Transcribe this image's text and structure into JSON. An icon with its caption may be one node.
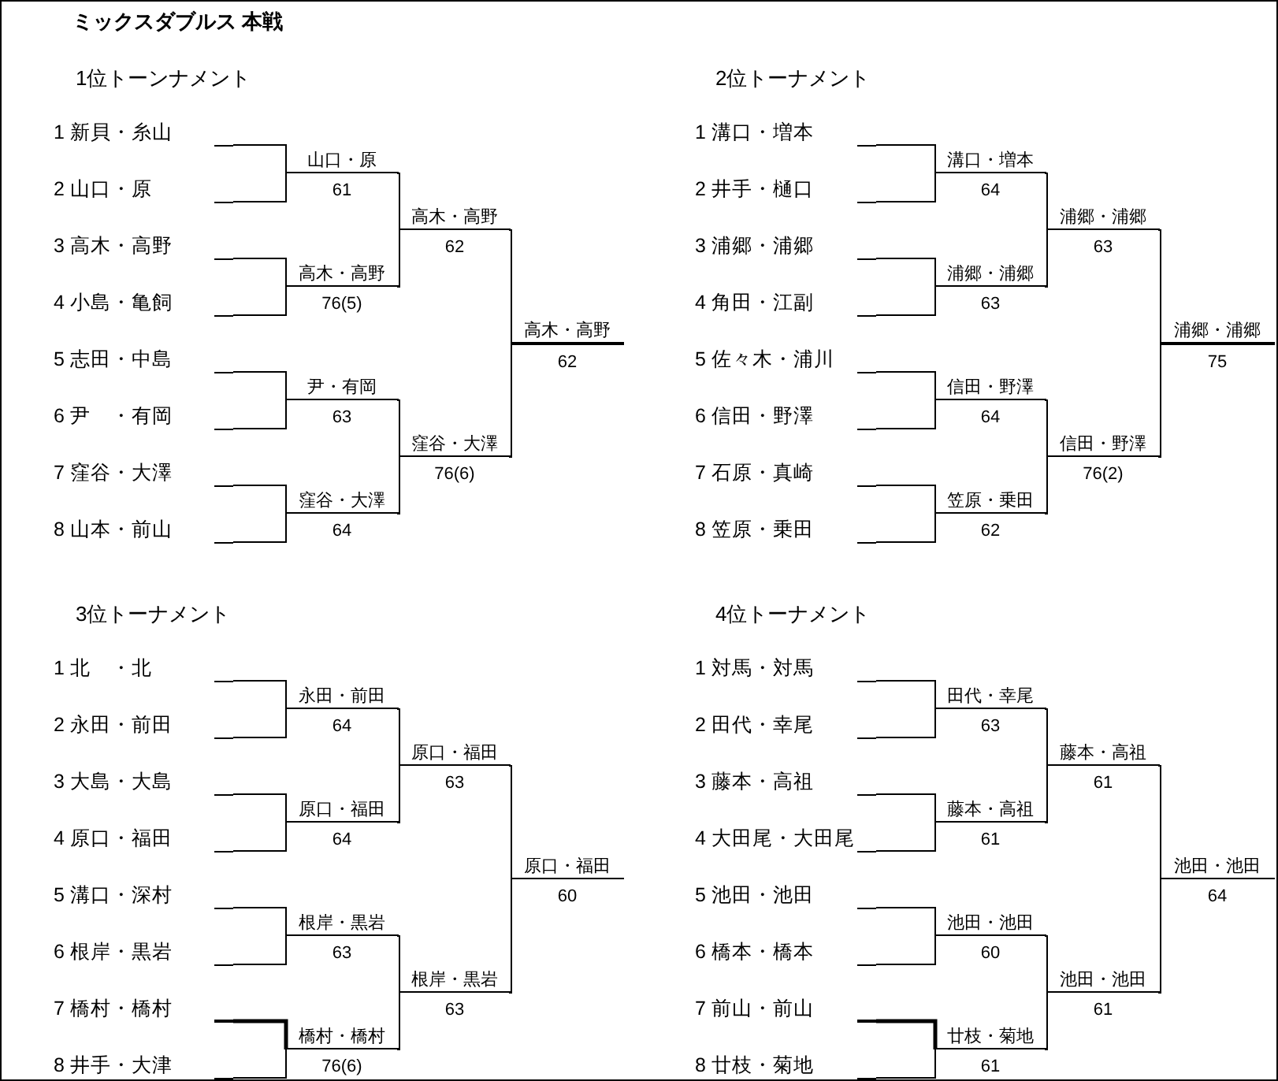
{
  "diagram": {
    "title": "ミックスダブルス 本戦",
    "nodes": [
      {
        "text": [
          "1 新貝・糸山"
        ]
      },
      {
        "text": [
          "2 山口・原"
        ]
      },
      {
        "text": [
          "3 高木・高野"
        ]
      },
      {
        "text": [
          "4 小島・亀飼"
        ]
      },
      {
        "text": [
          "5 志田・中島"
        ]
      },
      {
        "text": [
          "6 尹　・有岡"
        ]
      },
      {
        "text": [
          "7 窪谷・大澤"
        ]
      },
      {
        "text": [
          "8 山本・前山"
        ]
      },
      {
        "text": [
          "山口・原",
          "61"
        ]
      },
      {
        "text": [
          "高木・高野",
          "76(5)"
        ]
      },
      {
        "text": [
          "尹・有岡",
          "63"
        ]
      },
      {
        "text": [
          "窪谷・大澤",
          "64"
        ]
      },
      {
        "text": [
          "高木・高野",
          "62"
        ]
      },
      {
        "text": [
          "窪谷・大澤",
          "76(6)"
        ]
      },
      {
        "text": [
          "高木・高野",
          "62"
        ]
      },
      {
        "text": [
          "1 溝口・増本"
        ]
      },
      {
        "text": [
          "2 井手・樋口"
        ]
      },
      {
        "text": [
          "3 浦郷・浦郷"
        ]
      },
      {
        "text": [
          "4 角田・江副"
        ]
      },
      {
        "text": [
          "5 佐々木・浦川"
        ]
      },
      {
        "text": [
          "6 信田・野澤"
        ]
      },
      {
        "text": [
          "7 石原・真崎"
        ]
      },
      {
        "text": [
          "8 笠原・乗田"
        ]
      },
      {
        "text": [
          "溝口・増本",
          "64"
        ]
      },
      {
        "text": [
          "浦郷・浦郷",
          "63"
        ]
      },
      {
        "text": [
          "信田・野澤",
          "64"
        ]
      },
      {
        "text": [
          "笠原・乗田",
          "62"
        ]
      },
      {
        "text": [
          "浦郷・浦郷",
          "63"
        ]
      },
      {
        "text": [
          "信田・野澤",
          "76(2)"
        ]
      },
      {
        "text": [
          "浦郷・浦郷",
          "75"
        ]
      },
      {
        "text": [
          "1 北　・北"
        ]
      },
      {
        "text": [
          "2 永田・前田"
        ]
      },
      {
        "text": [
          "3 大島・大島"
        ]
      },
      {
        "text": [
          "4 原口・福田"
        ]
      },
      {
        "text": [
          "5 溝口・深村"
        ]
      },
      {
        "text": [
          "6 根岸・黒岩"
        ]
      },
      {
        "text": [
          "7 橋村・橋村"
        ]
      },
      {
        "text": [
          "8 井手・大津"
        ]
      },
      {
        "text": [
          "永田・前田",
          "64"
        ]
      },
      {
        "text": [
          "原口・福田",
          "64"
        ]
      },
      {
        "text": [
          "根岸・黒岩",
          "63"
        ]
      },
      {
        "text": [
          "橋村・橋村",
          "76(6)"
        ]
      },
      {
        "text": [
          "原口・福田",
          "63"
        ]
      },
      {
        "text": [
          "根岸・黒岩",
          "63"
        ]
      },
      {
        "text": [
          "原口・福田",
          "60"
        ]
      },
      {
        "text": [
          "1 対馬・対馬"
        ]
      },
      {
        "text": [
          "2 田代・幸尾"
        ]
      },
      {
        "text": [
          "3 藤本・高祖"
        ]
      },
      {
        "text": [
          "4 大田尾・大田尾"
        ]
      },
      {
        "text": [
          "5 池田・池田"
        ]
      },
      {
        "text": [
          "6 橋本・橋本"
        ]
      },
      {
        "text": [
          "7 前山・前山"
        ]
      },
      {
        "text": [
          "8 廿枝・菊地"
        ]
      },
      {
        "text": [
          "田代・幸尾",
          "63"
        ]
      },
      {
        "text": [
          "藤本・高祖",
          "61"
        ]
      },
      {
        "text": [
          "池田・池田",
          "60"
        ]
      },
      {
        "text": [
          "廿枝・菊地",
          "61"
        ]
      },
      {
        "text": [
          "藤本・高祖",
          "61"
        ]
      },
      {
        "text": [
          "池田・池田",
          "61"
        ]
      },
      {
        "text": [
          "池田・池田",
          "64"
        ]
      }
    ],
    "edges": [
      {
        "from": 0,
        "to": 8,
        "arrow": "none"
      },
      {
        "from": 1,
        "to": 8,
        "arrow": "none"
      },
      {
        "from": 2,
        "to": 9,
        "arrow": "none"
      },
      {
        "from": 3,
        "to": 9,
        "arrow": "none"
      },
      {
        "from": 4,
        "to": 10,
        "arrow": "none"
      },
      {
        "from": 5,
        "to": 10,
        "arrow": "none"
      },
      {
        "from": 6,
        "to": 11,
        "arrow": "none"
      },
      {
        "from": 7,
        "to": 11,
        "arrow": "none"
      },
      {
        "from": 8,
        "to": 12,
        "arrow": "none"
      },
      {
        "from": 9,
        "to": 12,
        "arrow": "none"
      },
      {
        "from": 10,
        "to": 13,
        "arrow": "none"
      },
      {
        "from": 11,
        "to": 13,
        "arrow": "none"
      },
      {
        "from": 12,
        "to": 14,
        "arrow": "none"
      },
      {
        "from": 13,
        "to": 14,
        "arrow": "none"
      },
      {
        "from": 15,
        "to": 23,
        "arrow": "none"
      },
      {
        "from": 16,
        "to": 23,
        "arrow": "none"
      },
      {
        "from": 17,
        "to": 24,
        "arrow": "none"
      },
      {
        "from": 18,
        "to": 24,
        "arrow": "none"
      },
      {
        "from": 19,
        "to": 25,
        "arrow": "none"
      },
      {
        "from": 20,
        "to": 25,
        "arrow": "none"
      },
      {
        "from": 21,
        "to": 26,
        "arrow": "none"
      },
      {
        "from": 22,
        "to": 26,
        "arrow": "none"
      },
      {
        "from": 23,
        "to": 27,
        "arrow": "none"
      },
      {
        "from": 24,
        "to": 27,
        "arrow": "none"
      },
      {
        "from": 25,
        "to": 28,
        "arrow": "none"
      },
      {
        "from": 26,
        "to": 28,
        "arrow": "none"
      },
      {
        "from": 27,
        "to": 29,
        "arrow": "none"
      },
      {
        "from": 28,
        "to": 29,
        "arrow": "none"
      },
      {
        "from": 30,
        "to": 38,
        "arrow": "none"
      },
      {
        "from": 31,
        "to": 38,
        "arrow": "none"
      },
      {
        "from": 32,
        "to": 39,
        "arrow": "none"
      },
      {
        "from": 33,
        "to": 39,
        "arrow": "none"
      },
      {
        "from": 34,
        "to": 40,
        "arrow": "none"
      },
      {
        "from": 35,
        "to": 40,
        "arrow": "none"
      },
      {
        "from": 36,
        "to": 41,
        "arrow": "none",
        "style": "thick"
      },
      {
        "from": 37,
        "to": 41,
        "arrow": "none"
      },
      {
        "from": 38,
        "to": 42,
        "arrow": "none"
      },
      {
        "from": 39,
        "to": 42,
        "arrow": "none"
      },
      {
        "from": 40,
        "to": 43,
        "arrow": "none"
      },
      {
        "from": 41,
        "to": 43,
        "arrow": "none"
      },
      {
        "from": 42,
        "to": 44,
        "arrow": "none"
      },
      {
        "from": 43,
        "to": 44,
        "arrow": "none"
      },
      {
        "from": 45,
        "to": 53,
        "arrow": "none"
      },
      {
        "from": 46,
        "to": 53,
        "arrow": "none"
      },
      {
        "from": 47,
        "to": 54,
        "arrow": "none"
      },
      {
        "from": 48,
        "to": 54,
        "arrow": "none"
      },
      {
        "from": 49,
        "to": 55,
        "arrow": "none"
      },
      {
        "from": 50,
        "to": 55,
        "arrow": "none"
      },
      {
        "from": 51,
        "to": 56,
        "arrow": "none",
        "style": "thick"
      },
      {
        "from": 52,
        "to": 56,
        "arrow": "none"
      },
      {
        "from": 53,
        "to": 57,
        "arrow": "none"
      },
      {
        "from": 54,
        "to": 57,
        "arrow": "none"
      },
      {
        "from": 55,
        "to": 58,
        "arrow": "none"
      },
      {
        "from": 56,
        "to": 58,
        "arrow": "none"
      },
      {
        "from": 57,
        "to": 59,
        "arrow": "none"
      },
      {
        "from": 58,
        "to": 59,
        "arrow": "none"
      }
    ],
    "labels": [
      "1位トーンナメント",
      "2位トーナメント",
      "3位トーナメント",
      "4位トーナメント"
    ]
  }
}
